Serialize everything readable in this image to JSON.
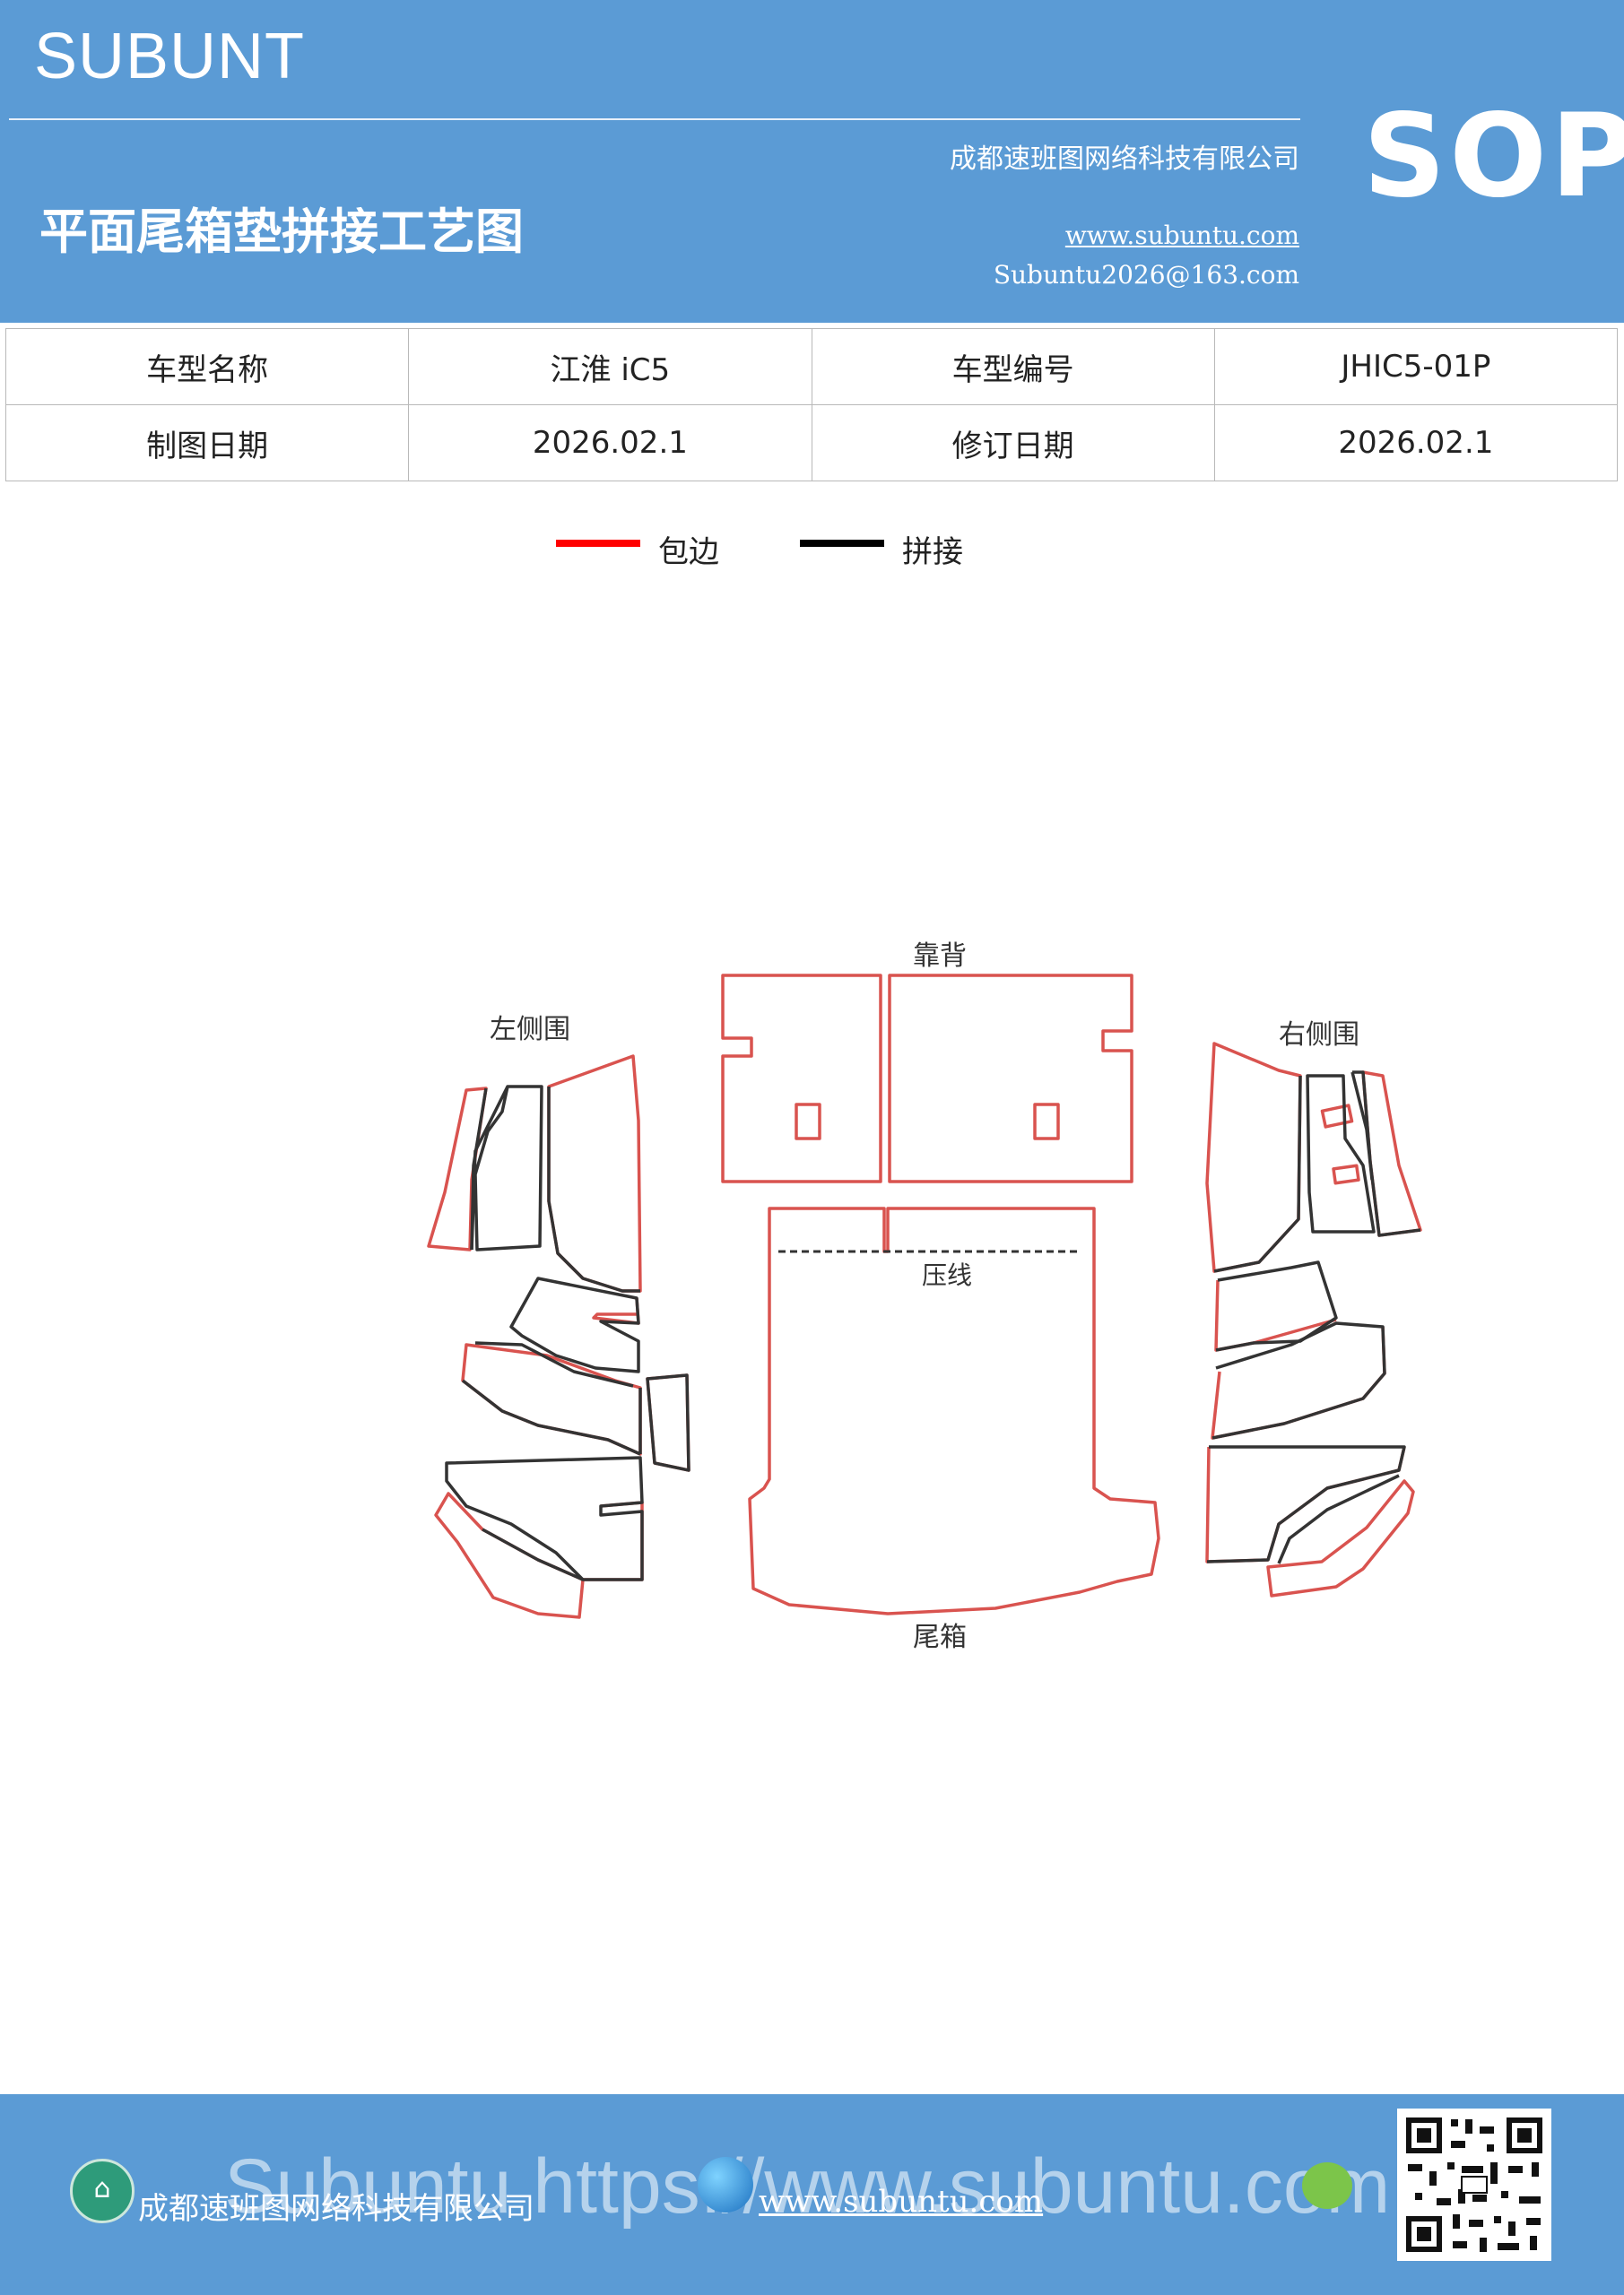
{
  "header": {
    "brand": "SUBUNT",
    "badge": "SOP",
    "company": "成都速班图网络科技有限公司",
    "title": "平面尾箱垫拼接工艺图",
    "url": "www.subuntu.com",
    "email": "Subuntu2026@163.com"
  },
  "info_table": {
    "rows": [
      [
        "车型名称",
        "江淮 iC5",
        "车型编号",
        "JHIC5-01P"
      ],
      [
        "制图日期",
        "2026.02.1",
        "修订日期",
        "2026.02.1"
      ]
    ]
  },
  "legend": {
    "items": [
      {
        "label": "包边",
        "color": "#ff0000"
      },
      {
        "label": "拼接",
        "color": "#000000"
      }
    ]
  },
  "diagram": {
    "labels": {
      "back": "靠背",
      "left": "左侧围",
      "right": "右侧围",
      "crease": "压线",
      "trunk": "尾箱"
    },
    "colors": {
      "edge": "#d9534f",
      "seam": "#333333"
    }
  },
  "footer": {
    "company": "成都速班图网络科技有限公司",
    "url": "www.subuntu.com",
    "watermark": "Subuntu https://www.subuntu.com"
  },
  "colors": {
    "brand_blue": "#5b9bd5"
  }
}
